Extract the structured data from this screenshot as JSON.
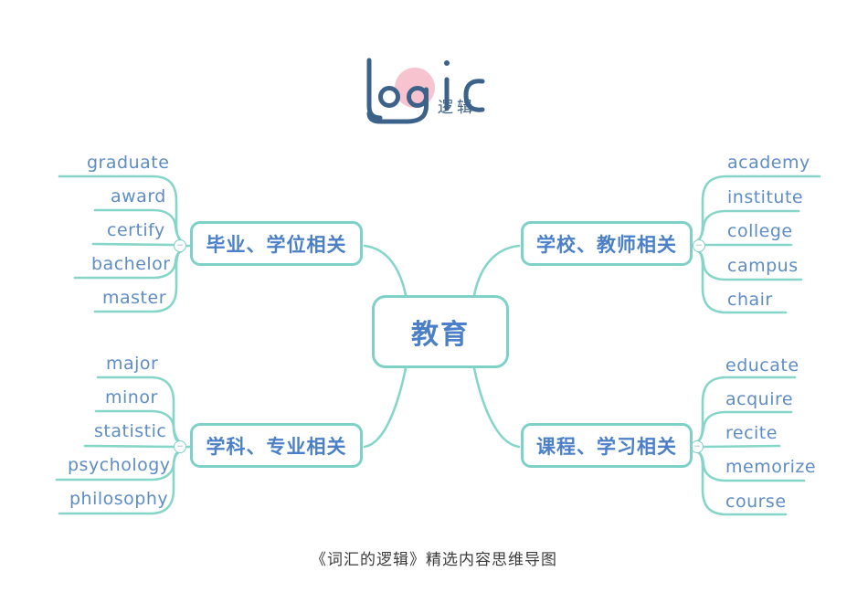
{
  "logo": {
    "wordmark": "logic",
    "subtitle": "逻辑"
  },
  "central": {
    "label": "教育"
  },
  "branches": [
    {
      "label": "毕业、学位相关",
      "side": "top-left",
      "leaves": [
        "graduate",
        "award",
        "certify",
        "bachelor",
        "master"
      ]
    },
    {
      "label": "学校、教师相关",
      "side": "top-right",
      "leaves": [
        "academy",
        "institute",
        "college",
        "campus",
        "chair"
      ]
    },
    {
      "label": "学科、专业相关",
      "side": "bottom-left",
      "leaves": [
        "major",
        "minor",
        "statistic",
        "psychology",
        "philosophy"
      ]
    },
    {
      "label": "课程、学习相关",
      "side": "bottom-right",
      "leaves": [
        "educate",
        "acquire",
        "recite",
        "memorize",
        "course"
      ]
    }
  ],
  "collapse_buttons": {
    "symbol": "−"
  },
  "caption": "《词汇的逻辑》精选内容思维导图",
  "colors": {
    "line_teal": "#86d5c9",
    "node_border": "#7ed1c6",
    "leaf_blue": "#5e8cc5",
    "branch_blue": "#4b80c8",
    "central_blue": "#4b80c8",
    "logo_navy": "#3d6289",
    "logo_pink": "#f6c3ce",
    "caption_gray": "#3b3b3b"
  }
}
